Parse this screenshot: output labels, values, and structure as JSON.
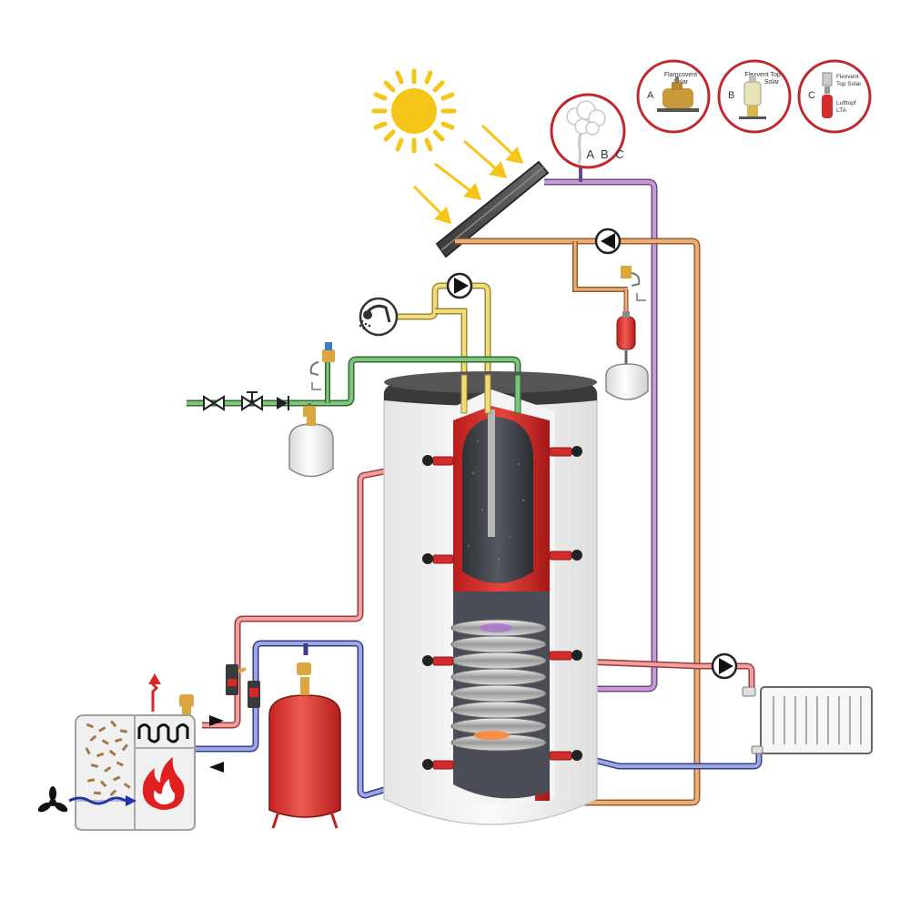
{
  "diagram": {
    "callouts": [
      {
        "letter": "A",
        "lines": [
          "Flamcovent",
          "Solar"
        ]
      },
      {
        "letter": "B",
        "lines": [
          "Flexvent Top",
          "Solar"
        ]
      },
      {
        "letter": "C",
        "lines": [
          "Flexvent",
          "Top Solar",
          "Lufttopf",
          "LTA"
        ]
      }
    ],
    "vent_marker": "A B C",
    "colors": {
      "cold_water": "#4a9a4a",
      "hot_water": "#e8c85a",
      "solar_flow": "#c08ac8",
      "solar_return": "#e0a070",
      "heating_flow": "#d96a6a",
      "heating_return": "#6a7ac8",
      "accent_red": "#d32a2a",
      "callout_ring": "#c0282d",
      "sun": "#f5c518"
    },
    "icons": [
      "sun-icon",
      "pump-icon",
      "shower-icon",
      "fan-icon",
      "flame-icon",
      "pellets-icon",
      "radiator-icon",
      "expansion-vessel-icon",
      "valve-icon"
    ]
  }
}
